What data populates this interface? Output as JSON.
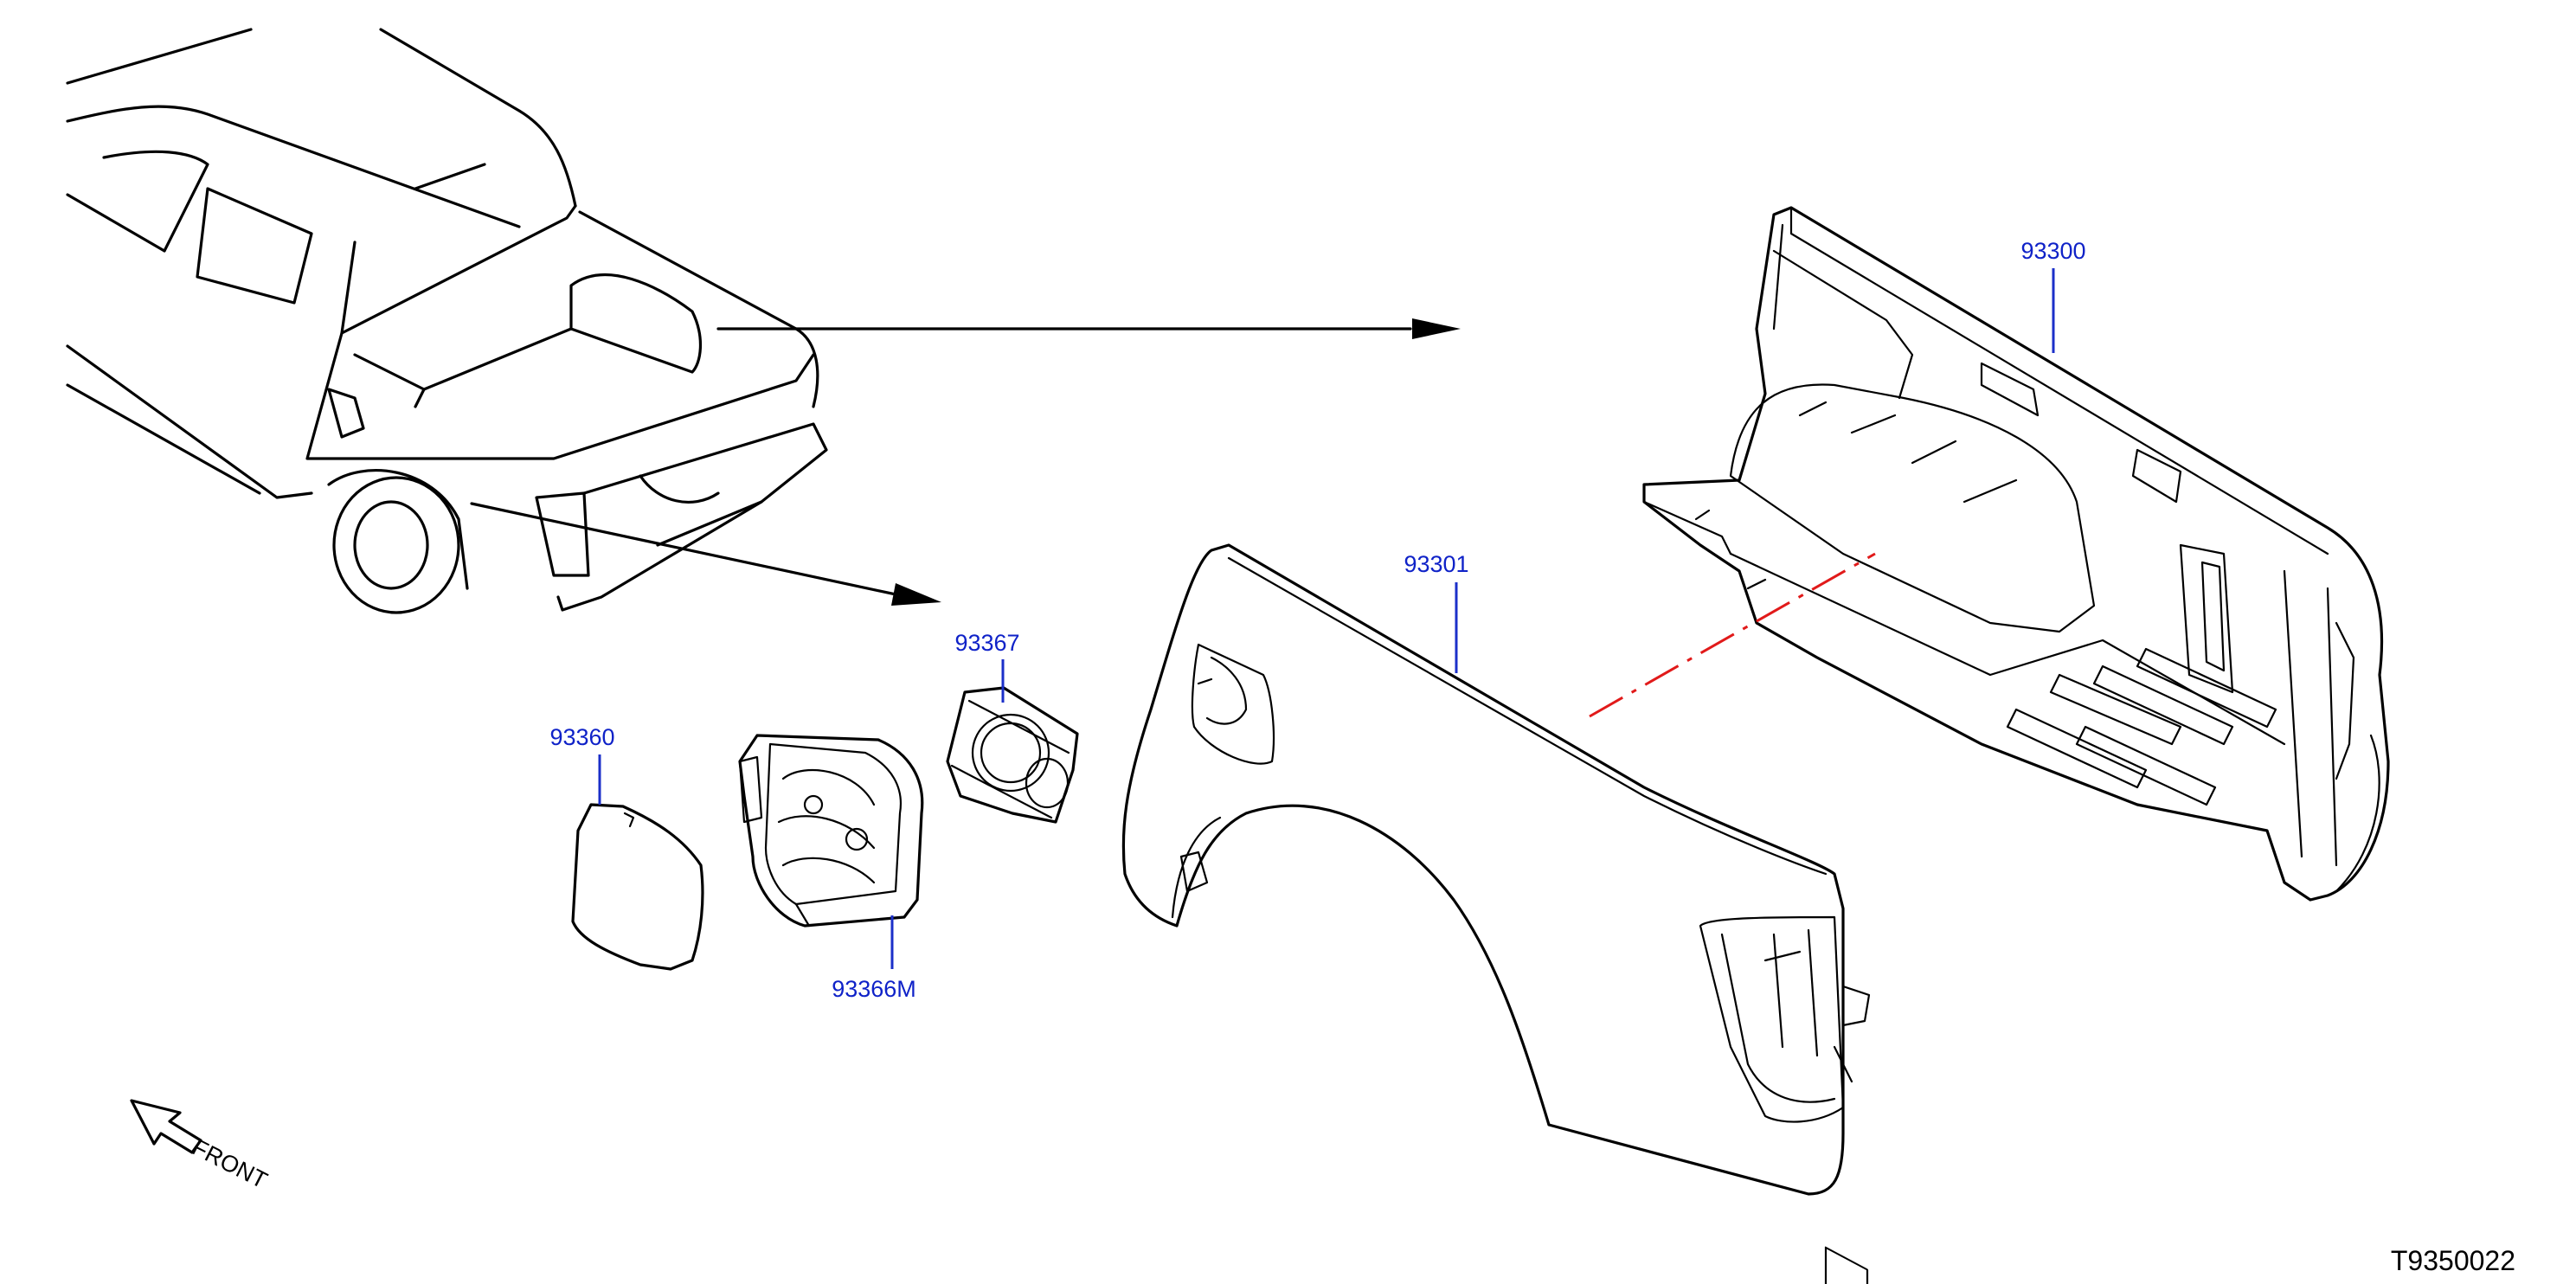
{
  "diagram": {
    "parts": [
      {
        "id": "p93300",
        "number": "93300"
      },
      {
        "id": "p93301",
        "number": "93301"
      },
      {
        "id": "p93367",
        "number": "93367"
      },
      {
        "id": "p93360",
        "number": "93360"
      },
      {
        "id": "p93366m",
        "number": "93366M"
      }
    ],
    "front_label": "FRONT",
    "reference_code": "T9350022",
    "colors": {
      "callout": "#0f22c8",
      "line": "#000000",
      "centerline": "#e11a1a"
    }
  }
}
